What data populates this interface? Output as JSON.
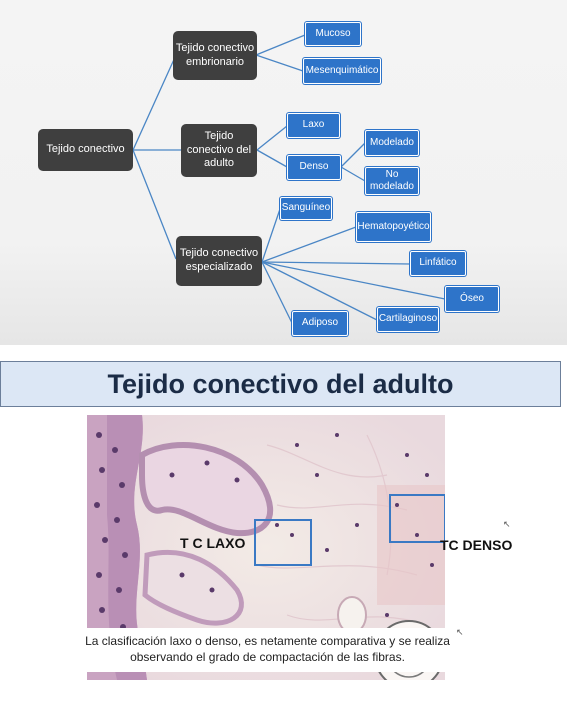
{
  "concept_map": {
    "root": "Tejido conectivo",
    "branches": [
      {
        "label": "Tejido conectivo embrionario",
        "children": [
          "Mucoso",
          "Mesenquimático"
        ]
      },
      {
        "label": "Tejido conectivo del adulto",
        "children": [
          "Laxo",
          "Denso"
        ],
        "grandchildren": [
          "Modelado",
          "No modelado"
        ]
      },
      {
        "label": "Tejido conectivo especializado",
        "children": [
          "Sanguíneo",
          "Hematopoyético",
          "Linfático",
          "Óseo",
          "Cartilaginoso",
          "Adiposo"
        ]
      }
    ],
    "colors": {
      "dark_node": "#3f3f3f",
      "blue_node": "#2e74c9",
      "connector": "#4a86c5"
    }
  },
  "slide2": {
    "title": "Tejido conectivo del adulto",
    "label_laxo": "T C LAXO",
    "label_denso": "TC DENSO",
    "caption": "La clasificación laxo o denso, es netamente comparativa y se realiza observando el grado de compactación de las fibras.",
    "image": "histology micrograph (H&E stained skin section)"
  }
}
